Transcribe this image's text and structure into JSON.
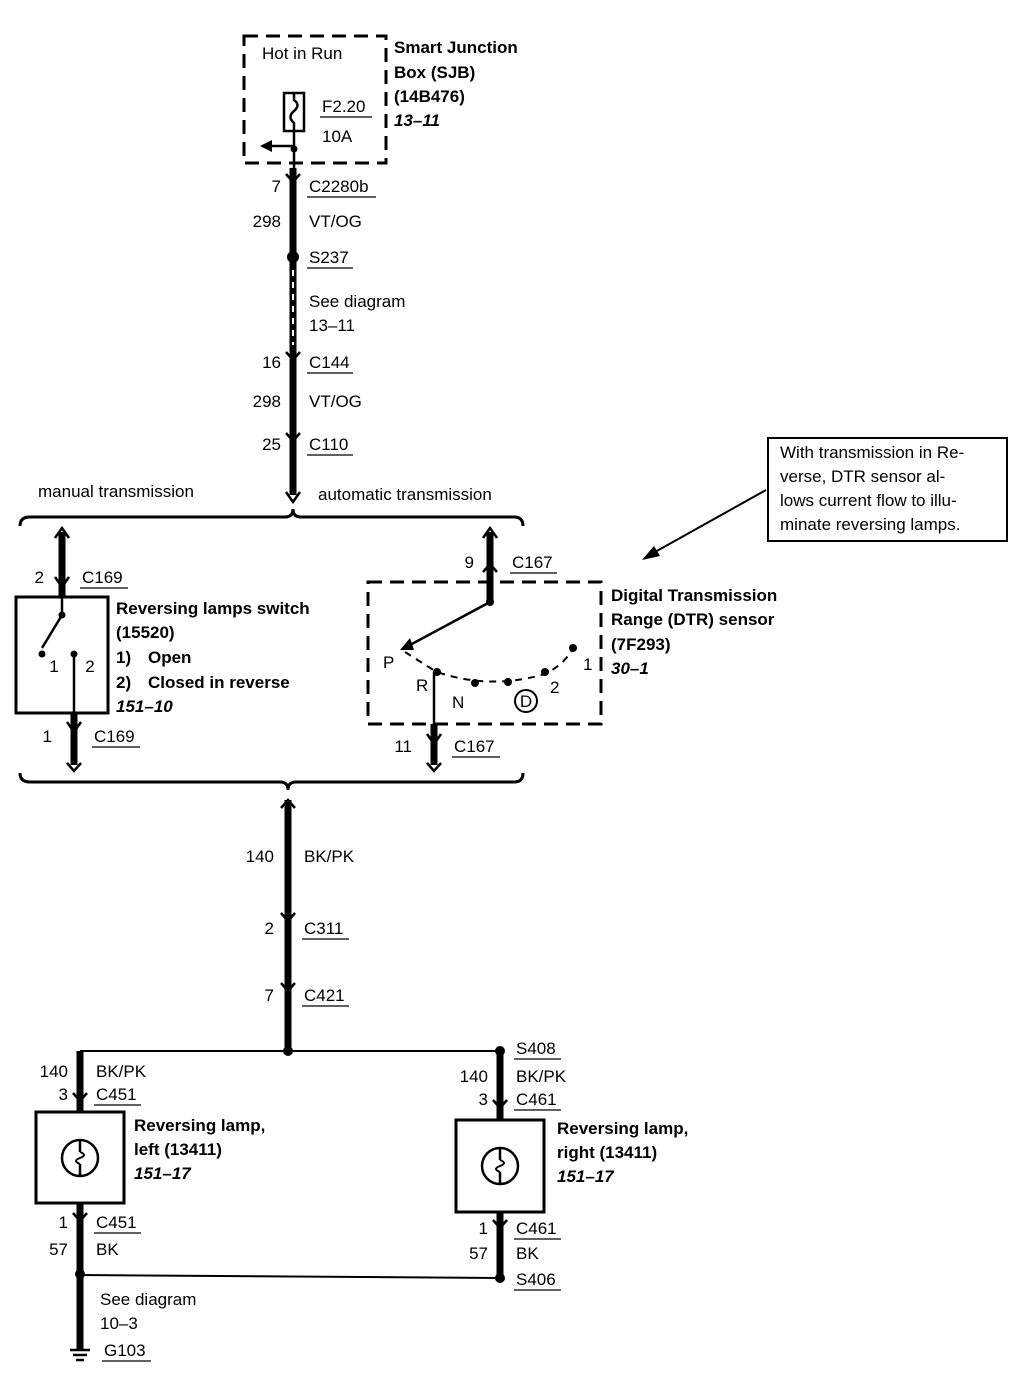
{
  "sjb": {
    "hot_label": "Hot in Run",
    "fuse_id": "F2.20",
    "fuse_rating": "10A",
    "title1": "Smart Junction",
    "title2": "Box (SJB)",
    "part": "(14B476)",
    "ref": "13–11"
  },
  "feed": {
    "c2280b_pin": "7",
    "c2280b": "C2280b",
    "circuit1": "298",
    "color1": "VT/OG",
    "splice": "S237",
    "see1": "See diagram",
    "see1_ref": "13–11",
    "c144_pin": "16",
    "c144": "C144",
    "circuit2": "298",
    "color2": "VT/OG",
    "c110_pin": "25",
    "c110": "C110"
  },
  "branches": {
    "manual": "manual transmission",
    "automatic": "automatic transmission"
  },
  "note": {
    "line1": "With transmission in Re-",
    "line2": "verse, DTR sensor al-",
    "line3": "lows current flow to illu-",
    "line4": "minate reversing lamps."
  },
  "switch": {
    "top_pin": "2",
    "top_conn": "C169",
    "title": "Reversing lamps switch",
    "part": "(15520)",
    "state1_num": "1)",
    "state1": "Open",
    "state2_num": "2)",
    "state2": "Closed in reverse",
    "ref": "151–10",
    "pos1": "1",
    "pos2": "2",
    "bot_pin": "1",
    "bot_conn": "C169"
  },
  "dtr": {
    "top_pin": "9",
    "top_conn": "C167",
    "title1": "Digital Transmission",
    "title2": "Range (DTR) sensor",
    "part": "(7F293)",
    "ref": "30–1",
    "pos_p": "P",
    "pos_r": "R",
    "pos_n": "N",
    "pos_d": "D",
    "pos_2": "2",
    "pos_1": "1",
    "bot_pin": "11",
    "bot_conn": "C167"
  },
  "output": {
    "circuit": "140",
    "color": "BK/PK",
    "c311_pin": "2",
    "c311": "C311",
    "c421_pin": "7",
    "c421": "C421"
  },
  "lamp_left": {
    "circuit": "140",
    "color": "BK/PK",
    "top_pin": "3",
    "top_conn": "C451",
    "title1": "Reversing lamp,",
    "title2": "left (13411)",
    "ref": "151–17",
    "bot_pin": "1",
    "bot_conn": "C451",
    "gnd_circuit": "57",
    "gnd_color": "BK"
  },
  "lamp_right": {
    "splice": "S408",
    "circuit": "140",
    "color": "BK/PK",
    "top_pin": "3",
    "top_conn": "C461",
    "title1": "Reversing lamp,",
    "title2": "right (13411)",
    "ref": "151–17",
    "bot_pin": "1",
    "bot_conn": "C461",
    "gnd_circuit": "57",
    "gnd_color": "BK",
    "gnd_splice": "S406"
  },
  "ground": {
    "see": "See diagram",
    "see_ref": "10–3",
    "point": "G103"
  }
}
